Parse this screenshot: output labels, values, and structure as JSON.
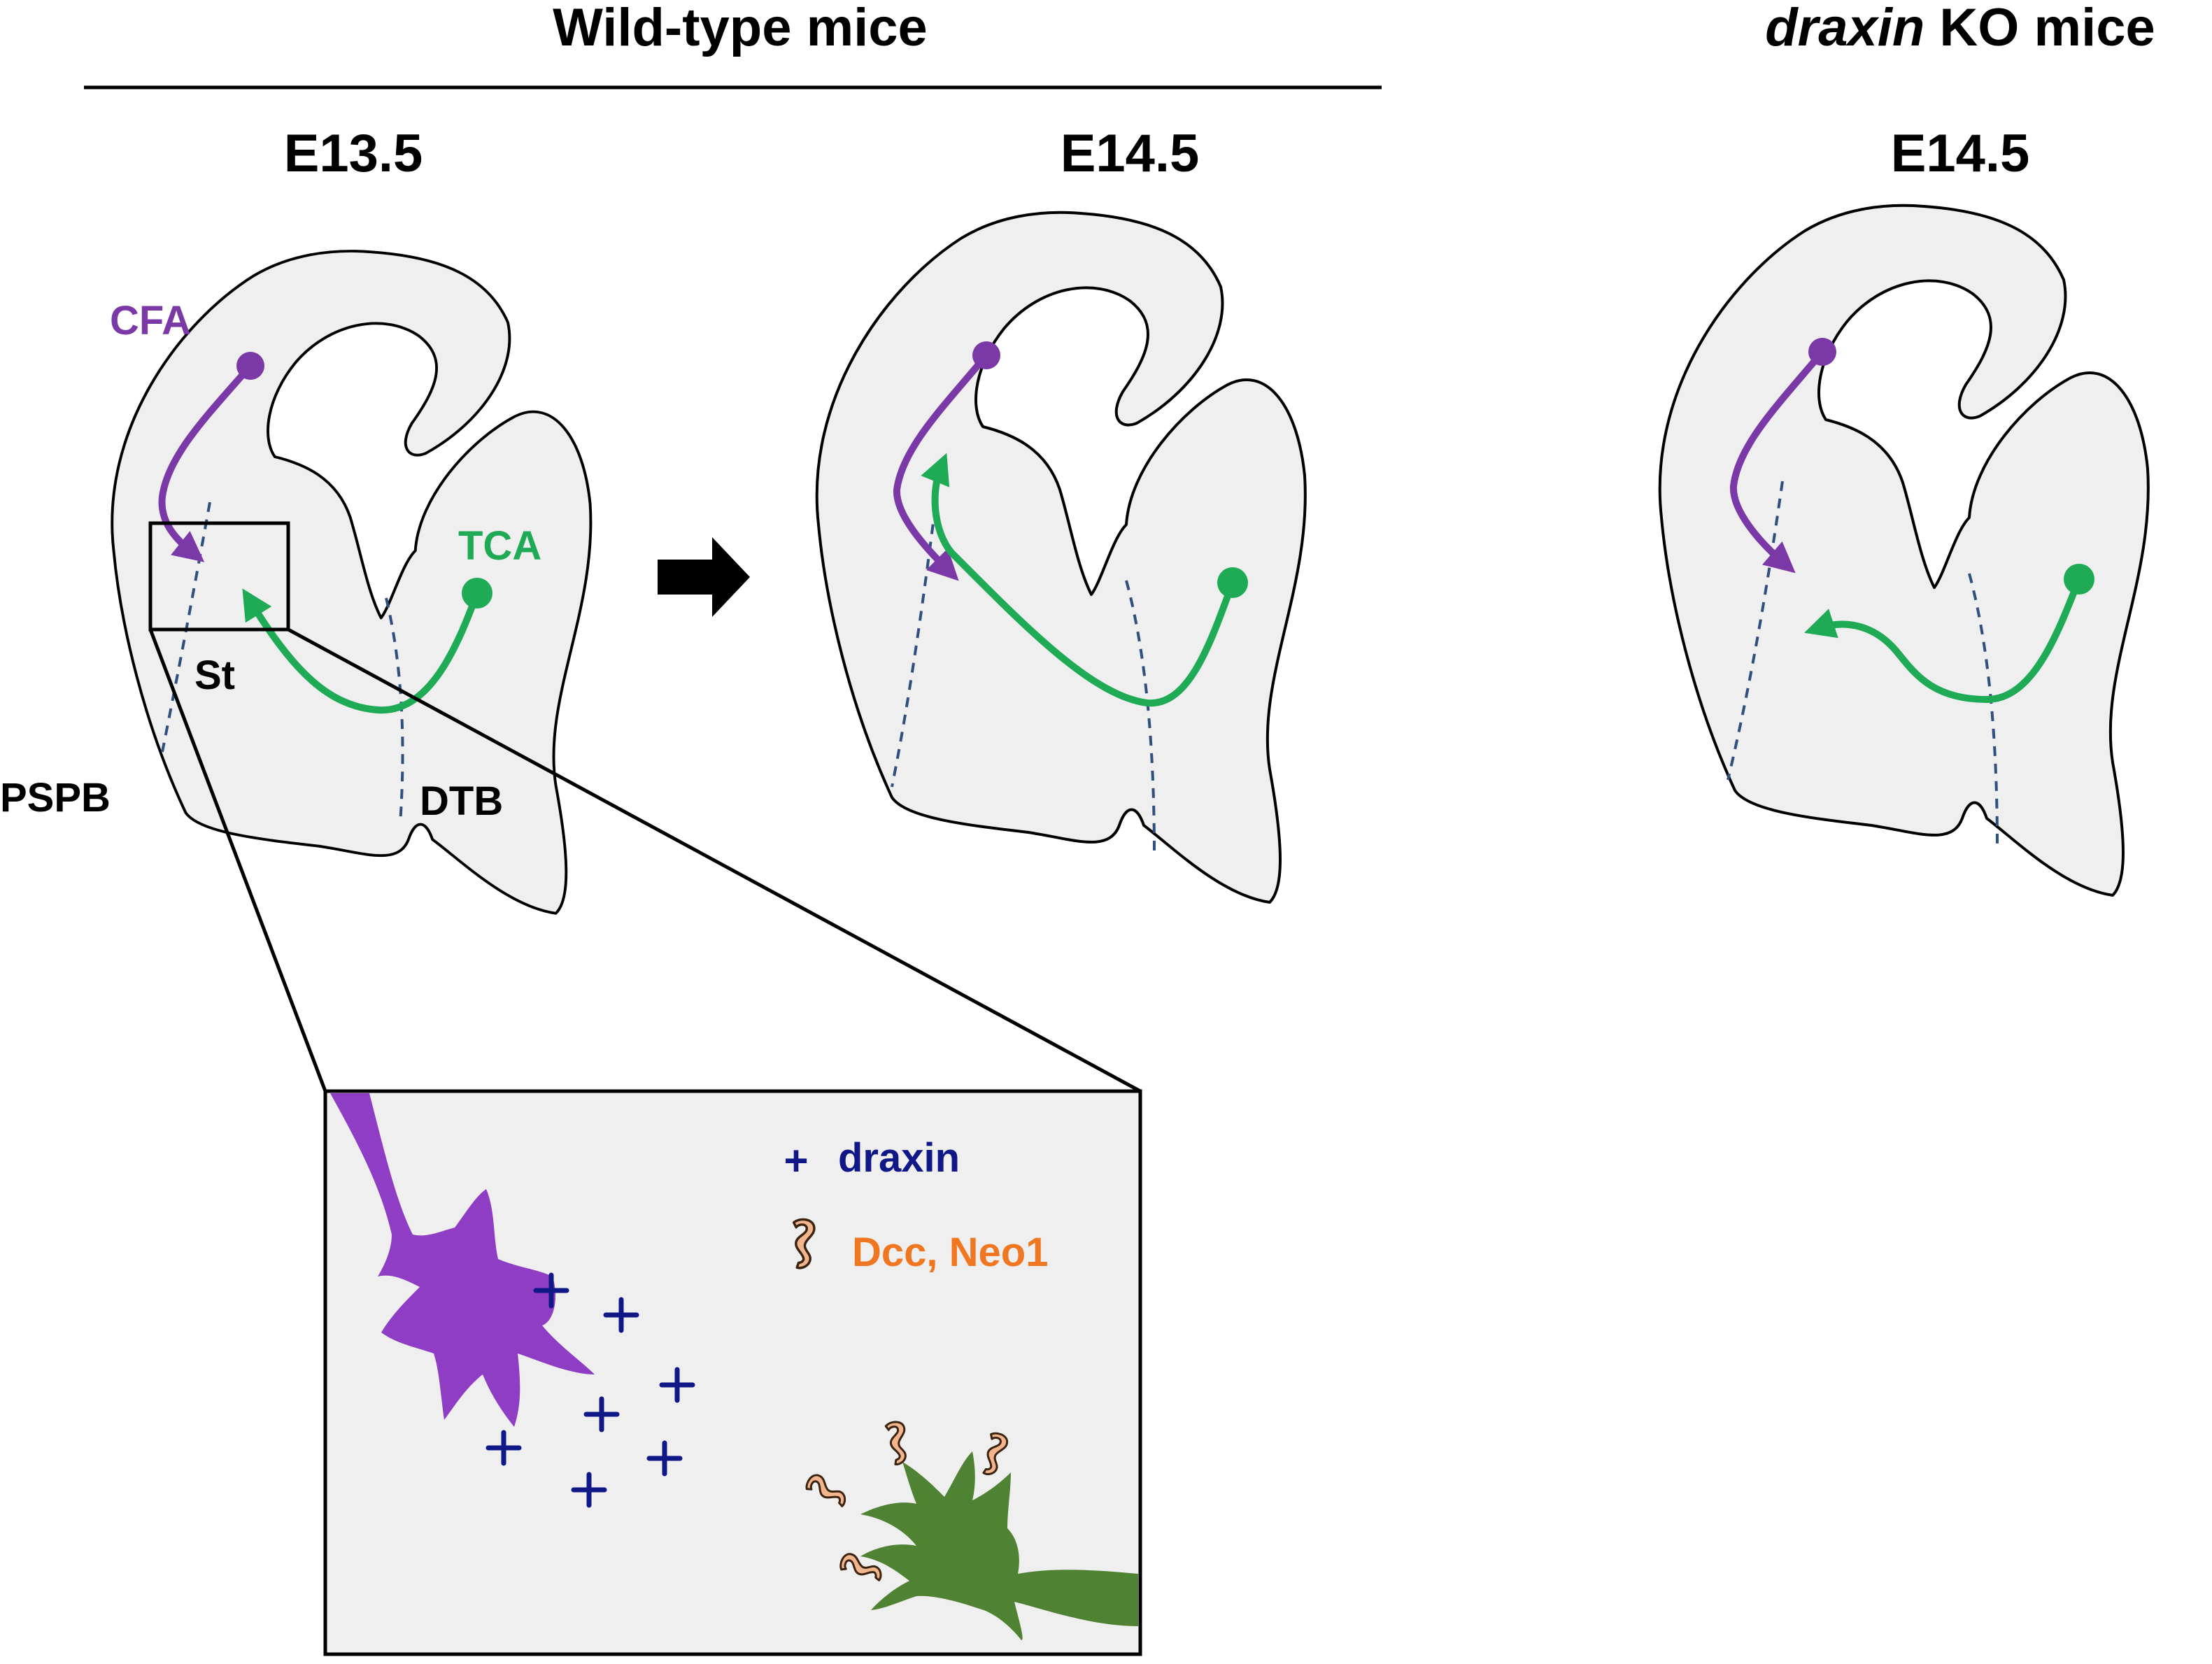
{
  "header": {
    "wild_type": "Wild-type mice",
    "ko_italic": "draxin",
    "ko_rest": " KO mice"
  },
  "stages": {
    "wt_e135": "E13.5",
    "wt_e145": "E14.5",
    "ko_e145": "E14.5"
  },
  "labels": {
    "cfa": "CFA",
    "tca": "TCA",
    "st": "St",
    "pspb": "PSPB",
    "dtb": "DTB"
  },
  "legend": {
    "draxin_symbol": "+",
    "draxin": "draxin",
    "receptors": "Dcc, Neo1"
  },
  "colors": {
    "cfa": "#7a39a6",
    "tca": "#1faa55",
    "draxin": "#101888",
    "receptor_text": "#f07722",
    "receptor_fill": "#f2b58e",
    "cfa_growth_cone": "#8e3dc4",
    "tca_growth_cone": "#4f8333",
    "brain_fill": "#efefef",
    "boundary": "#2f4f7f"
  },
  "icons": {
    "arrow": "right-arrow-icon",
    "draxin": "plus-icon",
    "receptor": "squiggle-icon"
  }
}
